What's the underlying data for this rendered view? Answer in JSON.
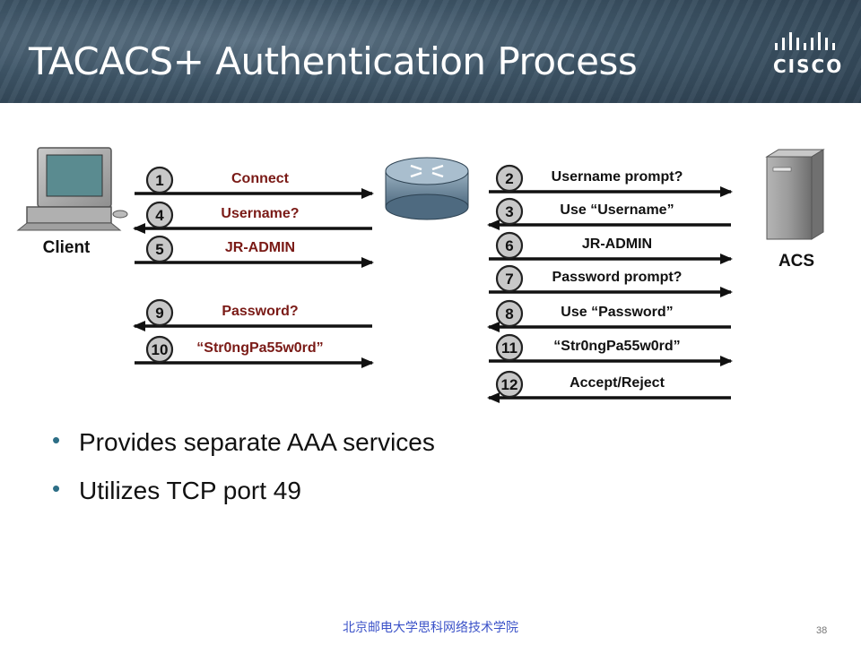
{
  "slide": {
    "title": "TACACS+ Authentication Process",
    "logo_text": "CISCO",
    "footer": "北京邮电大学思科网络技术学院",
    "page_number": "38"
  },
  "devices": {
    "client": "Client",
    "server": "ACS"
  },
  "steps": [
    {
      "num": "1",
      "label": "Connect",
      "direction": "right",
      "side": "client"
    },
    {
      "num": "2",
      "label": "Username prompt?",
      "direction": "right",
      "side": "server"
    },
    {
      "num": "3",
      "label": "Use “Username”",
      "direction": "left",
      "side": "server"
    },
    {
      "num": "4",
      "label": "Username?",
      "direction": "left",
      "side": "client"
    },
    {
      "num": "5",
      "label": "JR-ADMIN",
      "direction": "right",
      "side": "client"
    },
    {
      "num": "6",
      "label": "JR-ADMIN",
      "direction": "right",
      "side": "server"
    },
    {
      "num": "7",
      "label": "Password prompt?",
      "direction": "right",
      "side": "server"
    },
    {
      "num": "8",
      "label": "Use “Password”",
      "direction": "left",
      "side": "server"
    },
    {
      "num": "9",
      "label": "Password?",
      "direction": "left",
      "side": "client"
    },
    {
      "num": "10",
      "label": "“Str0ngPa55w0rd”",
      "direction": "right",
      "side": "client"
    },
    {
      "num": "11",
      "label": "“Str0ngPa55w0rd”",
      "direction": "right",
      "side": "server"
    },
    {
      "num": "12",
      "label": "Accept/Reject",
      "direction": "left",
      "side": "server"
    }
  ],
  "bullets": [
    "Provides separate AAA services",
    "Utilizes TCP port 49"
  ]
}
